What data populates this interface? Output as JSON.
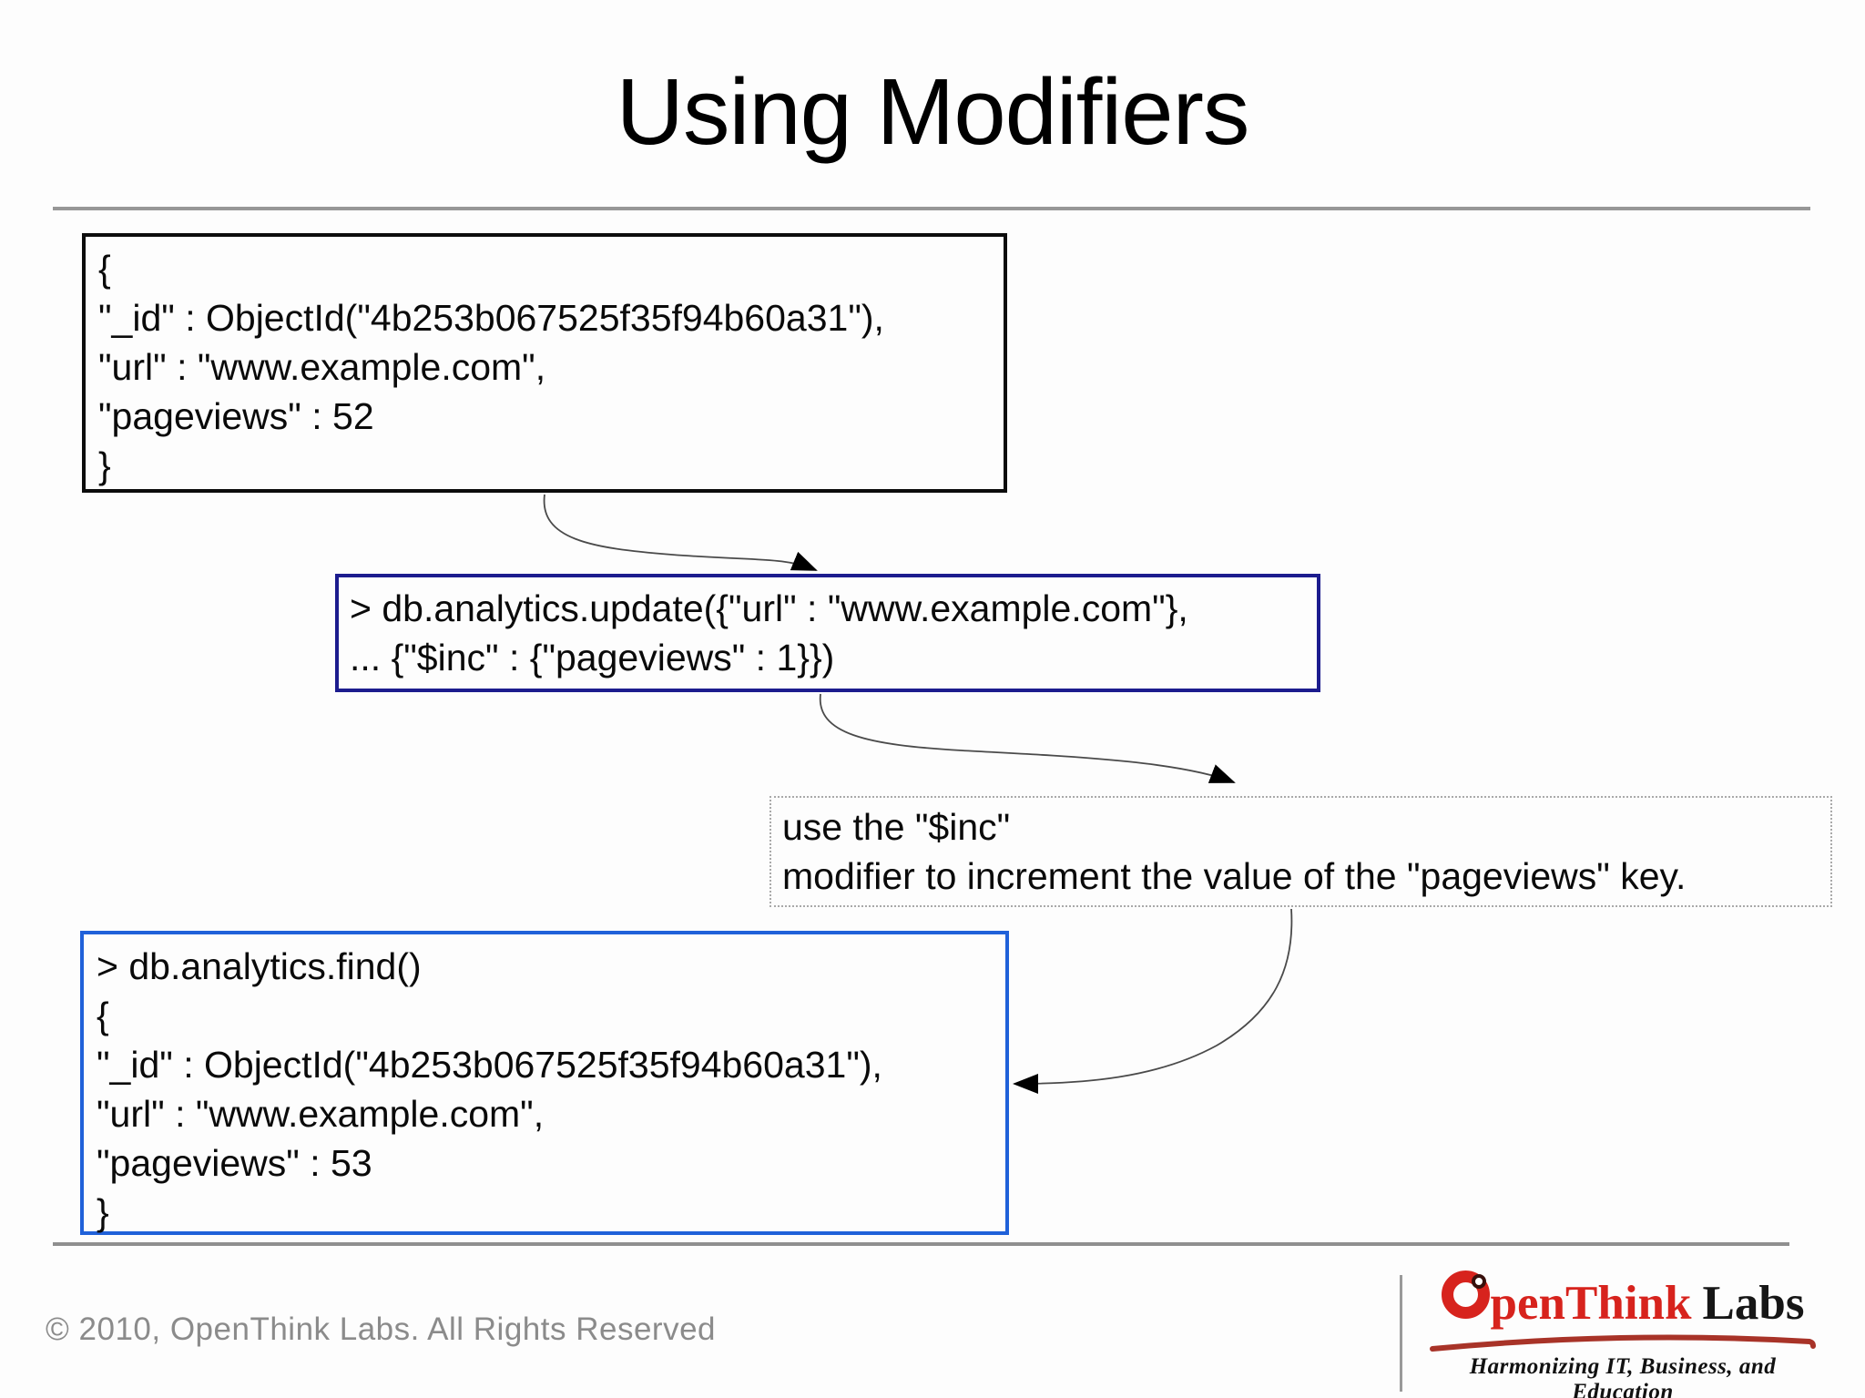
{
  "slide": {
    "title": "Using Modifiers"
  },
  "boxes": {
    "document_before": {
      "lines": [
        "{",
        "\"_id\" : ObjectId(\"4b253b067525f35f94b60a31\"),",
        "\"url\" : \"www.example.com\",",
        "\"pageviews\" : 52",
        "}"
      ]
    },
    "update_command": {
      "lines": [
        "> db.analytics.update({\"url\" : \"www.example.com\"},",
        "... {\"$inc\" : {\"pageviews\" : 1}})"
      ]
    },
    "note": {
      "lines": [
        "use the \"$inc\"",
        "modifier to increment the value of the \"pageviews\" key."
      ]
    },
    "find_result": {
      "lines": [
        "> db.analytics.find()",
        "{",
        "\"_id\" : ObjectId(\"4b253b067525f35f94b60a31\"),",
        "\"url\" : \"www.example.com\",",
        "\"pageviews\" : 53",
        "}"
      ]
    }
  },
  "footer": {
    "copyright": "© 2010, OpenThink Labs. All Rights Reserved"
  },
  "logo": {
    "brand_red_text": "penThink",
    "brand_black_text": "Labs",
    "tagline": "Harmonizing IT, Business, and Education"
  },
  "colors": {
    "box_black_border": "#0c0c0c",
    "box_navy_border": "#1c1c8e",
    "box_blue_border": "#2061d9",
    "note_dotted_border": "#a9a9a9",
    "rule_gray": "#979797",
    "copyright_gray": "#8b8b8b",
    "logo_red": "#d7231d",
    "logo_swoosh_red": "#a83328",
    "arrow_color": "#000000"
  }
}
